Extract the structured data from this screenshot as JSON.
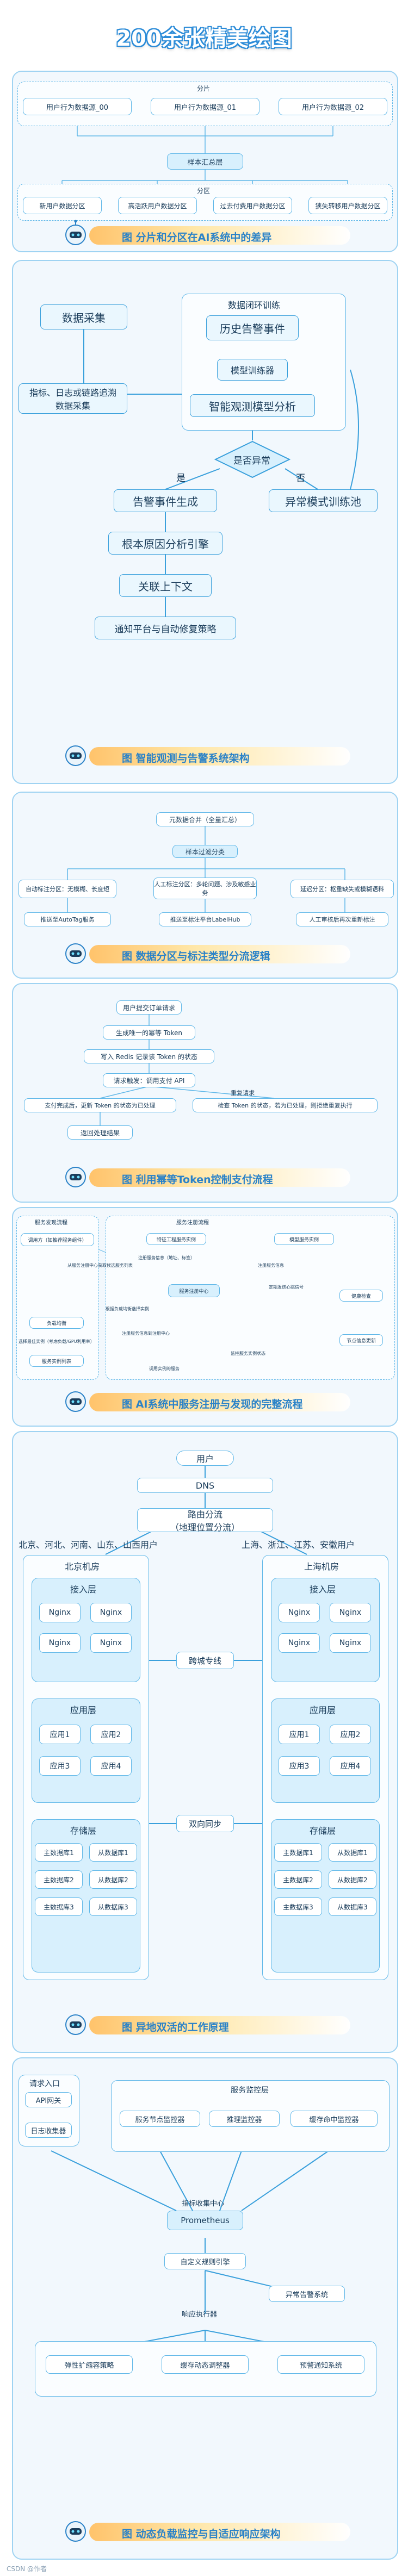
{
  "title": "200余张精美绘图",
  "p1": {
    "caption": "图  分片和分区在AI系统中的差异",
    "shard_label": "分片",
    "shards": [
      "用户行为数据源_00",
      "用户行为数据源_01",
      "用户行为数据源_02"
    ],
    "center": "样本汇总层",
    "partition_label": "分区",
    "partitions": [
      "新用户数据分区",
      "高活跃用户数据分区",
      "过去付费用户数据分区",
      "狭失转移用户数据分区"
    ]
  },
  "p2": {
    "caption": "图  智能观测与告警系统架构",
    "collect": "数据采集",
    "metrics": "指标、日志或链路追溯\n数据采集",
    "loop_title": "数据闭环训练",
    "history": "历史告警事件",
    "trainer": "模型训练器",
    "analyzer": "智能观测模型分析",
    "decision": "是否异常",
    "yes": "是",
    "no": "否",
    "gen": "告警事件生成",
    "abnormal": "异常模式训练池",
    "root": "根本原因分析引擎",
    "context": "关联上下文",
    "notify": "通知平台与自动修复策略"
  },
  "p3": {
    "caption": "图  数据分区与标注类型分流逻辑",
    "top": "元数据合并（全量汇总）",
    "mid": "样本过滤分类",
    "cols": [
      "自动标注分区：无模糊、长度短",
      "人工标注分区：多轮问题、涉及敏感业务",
      "延迟分区：枢重缺失或模糊语料"
    ],
    "outs": [
      "推送至AutoTag服务",
      "推送至标注平台LabelHub",
      "人工审核后再次重新标注"
    ]
  },
  "p4": {
    "caption": "图  利用幂等Token控制支付流程",
    "a": "用户提交订单请求",
    "b": "生成唯一的幂等 Token",
    "c": "写入 Redis 记录该 Token 的状态",
    "d": "请求触发：调用支付 API",
    "e": "支付完成后，更新 Token 的状态为已处理",
    "retry": "重复请求",
    "f": "检查 Token 的状态，若为已处理，则拒绝重复执行",
    "g": "返回处理结果"
  },
  "p5": {
    "caption": "图  AI系统中服务注册与发现的完整流程",
    "consumer": "服务发现流程",
    "register": "服务注册流程",
    "items": [
      "调用方（如推荐服务组件）",
      "特征工程服务实例",
      "模型服务实例",
      "从服务注册中心获取候选服务列表",
      "注册服务信息（地址、标签）",
      "注册服务信息",
      "服务注册中心",
      "根据负载均衡选择实例",
      "定期发送心跳信号",
      "健康检查",
      "负载均衡",
      "选择最佳实例（考虑负载/GPU利用率）",
      "服务实例列表",
      "注册服务信息到注册中心",
      "节点信息更新",
      "监控服务实例状态",
      "调用实例的服务"
    ]
  },
  "p6": {
    "caption": "图  异地双活的工作原理",
    "user": "用户",
    "dns": "DNS",
    "route1": "路由分流",
    "route2": "（地理位置分流）",
    "left_users": "北京、河北、河南、山东、山西用户",
    "right_users": "上海、浙江、江苏、安徽用户",
    "bj": "北京机房",
    "sh": "上海机房",
    "access": "接入层",
    "nginx": "Nginx",
    "app": "应用层",
    "apps": [
      "应用1",
      "应用2",
      "应用3",
      "应用4"
    ],
    "storage": "存储层",
    "master": [
      "主数据库1",
      "主数据库2",
      "主数据库3"
    ],
    "slave": [
      "从数据库1",
      "从数据库2",
      "从数据库3"
    ],
    "cross": "跨城专线",
    "sync": "双向同步"
  },
  "p7": {
    "caption": "图  动态负载监控与自适应响应架构",
    "entry": "请求入口",
    "gateway": "API网关",
    "log": "日志收集器",
    "monitor": "服务监控层",
    "m1": "服务节点监控器",
    "m2": "推理监控器",
    "m3": "缓存命中监控器",
    "hub": "指标收集中心",
    "prom": "Prometheus",
    "decision": "自定义规则引擎",
    "alarm": "异常告警系统",
    "exec": "响应执行器",
    "r1": "弹性扩缩容策略",
    "r2": "缓存动态调整器",
    "r3": "预警通知系统"
  },
  "footer": "CSDN @作者"
}
